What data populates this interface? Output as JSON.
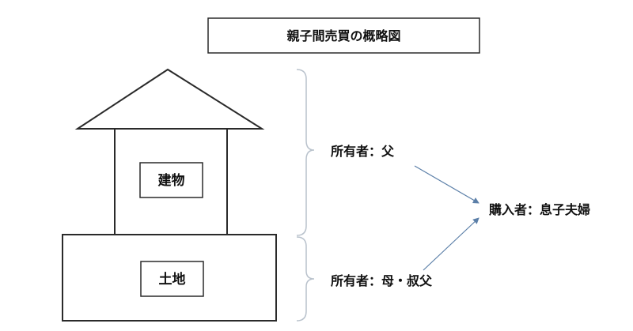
{
  "title": "親子間売買の概略図",
  "house": {
    "building_label": "建物",
    "land_label": "土地"
  },
  "ownership": {
    "building_owner": "所有者：父",
    "land_owner": "所有者：母・叔父"
  },
  "buyer": "購入者：息子夫婦",
  "colors": {
    "outline": "#2a2a2a",
    "brace": "#b9c2cc",
    "arrow": "#5b7fa8"
  }
}
